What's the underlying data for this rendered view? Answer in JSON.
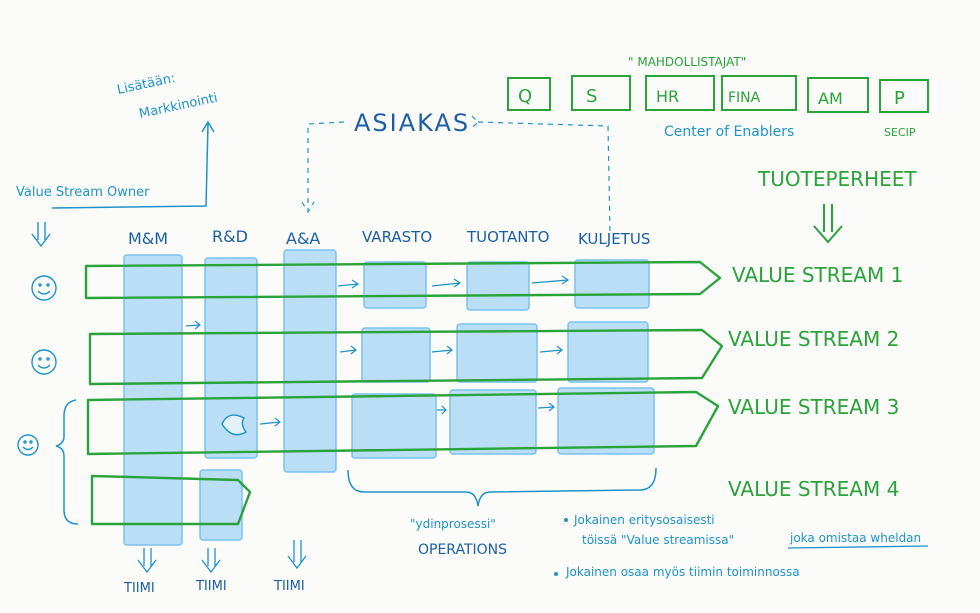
{
  "colors": {
    "blue": "#1f93c9",
    "navy": "#1d5fa3",
    "green": "#2aa33a",
    "fill": "#b9def5"
  },
  "top_left_note": {
    "line1": "Lisätään:",
    "line2": "Markkinointi"
  },
  "value_stream_owner": "Value Stream Owner",
  "customer": "ASIAKAS",
  "enablers_header": "\" MAHDOLLISTAJAT\"",
  "enablers": [
    "Q",
    "S",
    "HR",
    "FINA",
    "AM",
    "P"
  ],
  "center_of_enablers": "Center of Enablers",
  "secip": "SECIP",
  "tuoteperheet": "TUOTEPERHEET",
  "departments": [
    "M&M",
    "R&D",
    "A&A",
    "VARASTO",
    "TUOTANTO",
    "KULJETUS"
  ],
  "value_streams": [
    "VALUE STREAM 1",
    "VALUE STREAM 2",
    "VALUE STREAM 3",
    "VALUE STREAM 4"
  ],
  "ydinprosessi": {
    "line1": "\"ydinprosessi\"",
    "line2": "OPERATIONS"
  },
  "notes": {
    "bullet1_line1": "Jokainen eritysosaisesti",
    "bullet1_line2": "töissä \"Value streamissa\"",
    "bullet1_line2b": "joka omistaa wheldan",
    "bullet2": "Jokainen osaa myös tiimin toiminnossa"
  },
  "team_label": "TIIMI"
}
